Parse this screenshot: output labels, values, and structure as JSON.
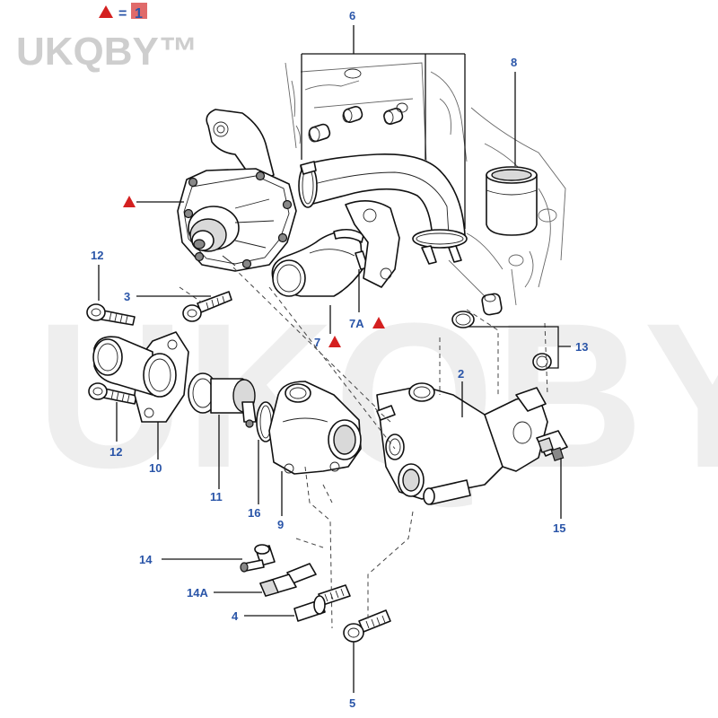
{
  "watermark": "UKQBY™",
  "legend": {
    "equals": "=",
    "number": "1"
  },
  "callouts": {
    "c2": "2",
    "c3": "3",
    "c4": "4",
    "c5": "5",
    "c6": "6",
    "c7": "7",
    "c7a": "7A",
    "c8": "8",
    "c9": "9",
    "c10": "10",
    "c11": "11",
    "c12a": "12",
    "c12b": "12",
    "c13": "13",
    "c14": "14",
    "c14a": "14A",
    "c15": "15",
    "c16": "16"
  },
  "colors": {
    "callout": "#2a55a8",
    "marker": "#d42020"
  }
}
